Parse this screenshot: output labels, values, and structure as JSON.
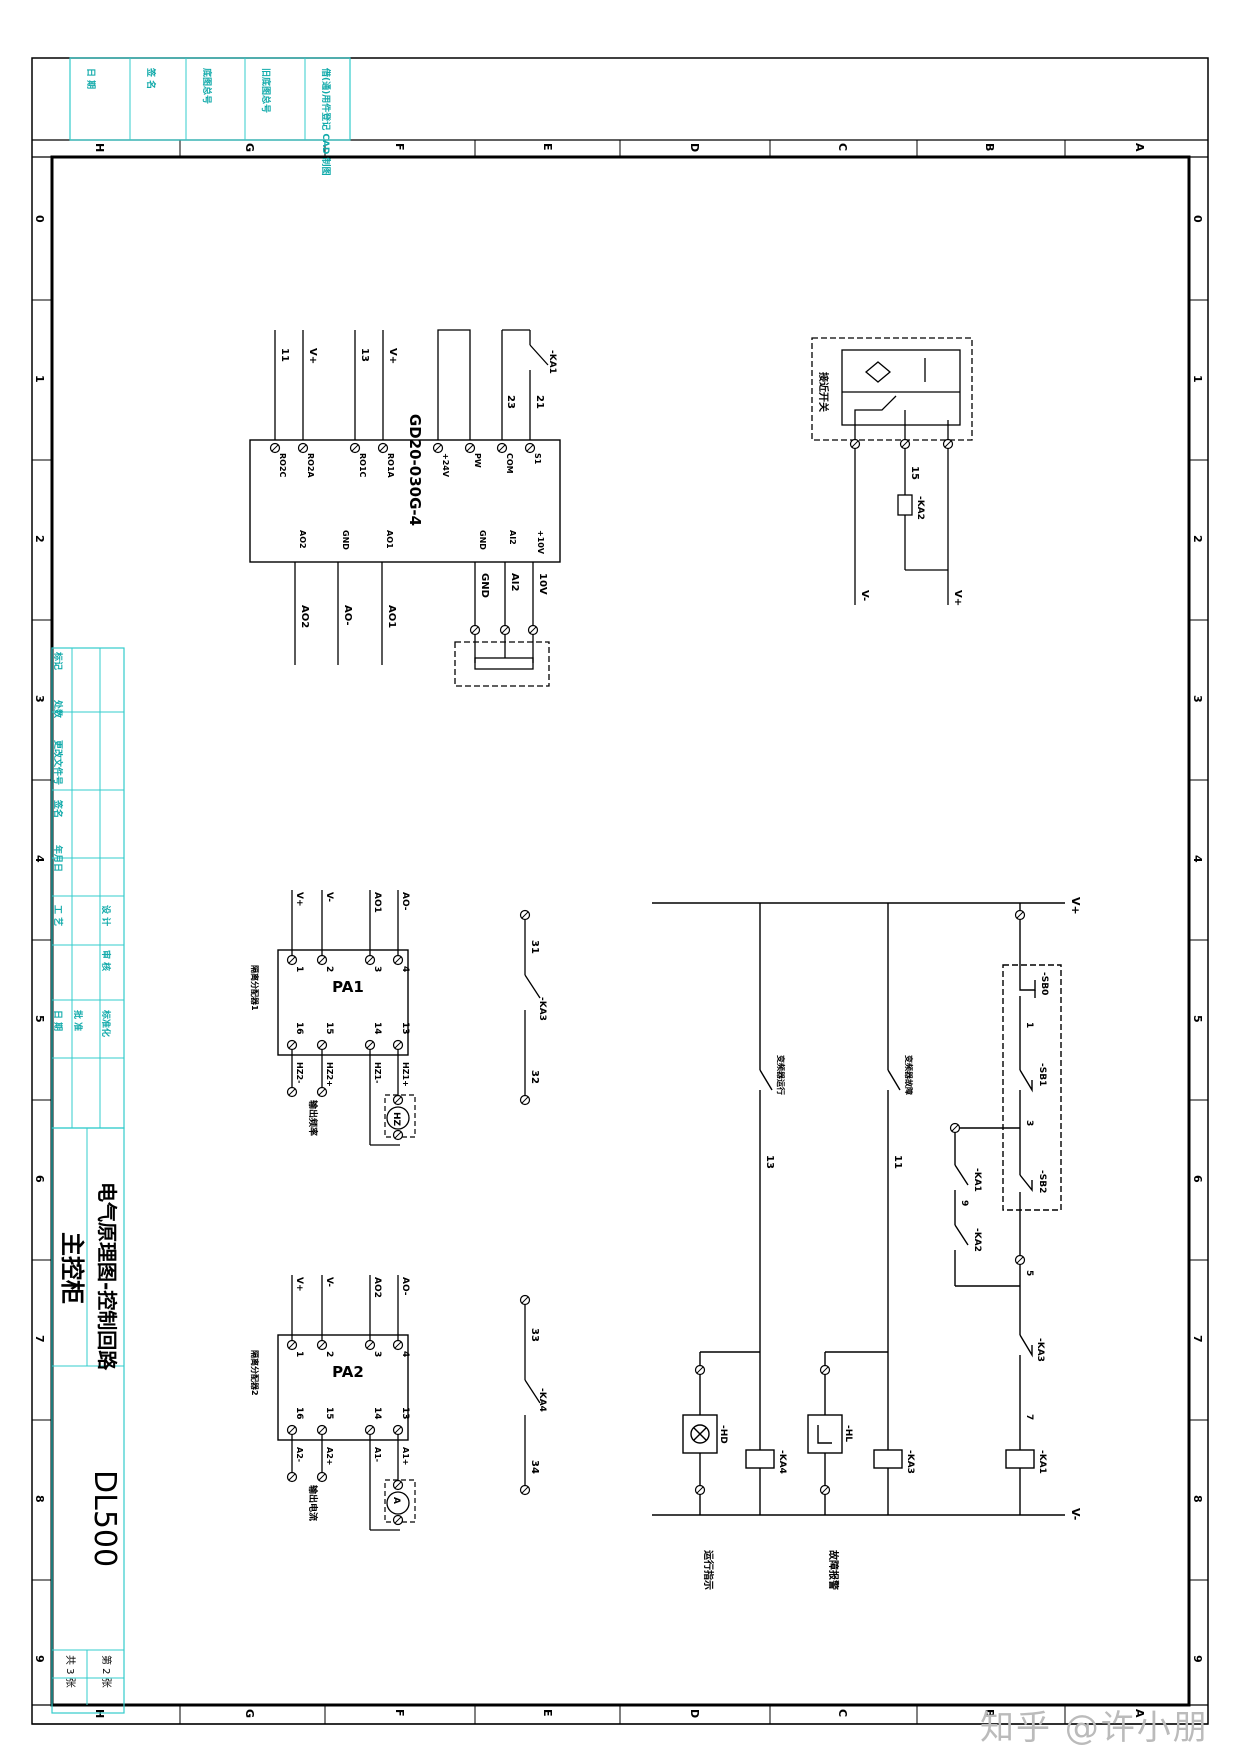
{
  "title_block": {
    "drawing_title": "电气原理图-控制回路",
    "cabinet": "主控柜",
    "drawing_no": "DL500",
    "sheet_total": "共 3 张",
    "sheet_current": "第 2 张"
  },
  "top_left_block": [
    "日 期",
    "签 名",
    "底图总号",
    "旧底图总号",
    "借(通)用件登记 CAD 制图"
  ],
  "revision_block": [
    "标记",
    "处数",
    "更改文件号",
    "签名",
    "年月日"
  ],
  "approval_block": [
    "设 计",
    "审 核",
    "工 艺",
    "标准化",
    "批 准",
    "日 期"
  ],
  "grid": {
    "columns": [
      "H",
      "G",
      "F",
      "E",
      "D",
      "C",
      "B",
      "A"
    ],
    "rows": [
      "0",
      "1",
      "2",
      "3",
      "4",
      "5",
      "6",
      "7",
      "8",
      "9"
    ]
  },
  "inverter": {
    "model": "GD20-030G-4",
    "top_terminals": [
      "RO2C",
      "RO2A",
      "RO1C",
      "RO1A",
      "+24V",
      "PW",
      "COM",
      "S1"
    ],
    "bottom_terminals": [
      "AO2",
      "GND",
      "AO1",
      "GND",
      "AI2",
      "+10V"
    ],
    "top_wires": [
      "11",
      "V+",
      "13",
      "V+",
      "23",
      "21"
    ],
    "top_contact": "-KA1",
    "bottom_wires": [
      "AO2",
      "AO-",
      "AO1"
    ],
    "pot_wires": [
      "GND",
      "AI2",
      "10V"
    ]
  },
  "prox_switch": {
    "label": "接近开关",
    "terminal": "15",
    "relay": "-KA2",
    "wires": [
      "V-",
      "V+"
    ]
  },
  "pa1": {
    "name": "PA1",
    "caption": "隔离分配器1",
    "terminals_top": [
      "1",
      "2",
      "3",
      "4"
    ],
    "terminals_bottom": [
      "16",
      "15",
      "14",
      "13"
    ],
    "wires_top": [
      "V+",
      "V-",
      "AO1",
      "AO-"
    ],
    "wires_bottom": [
      "HZ2-",
      "HZ2+",
      "HZ1-",
      "HZ1+"
    ],
    "meter": "HZ",
    "out_label": "输出频率"
  },
  "pa2": {
    "name": "PA2",
    "caption": "隔离分配器2",
    "terminals_top": [
      "1",
      "2",
      "3",
      "4"
    ],
    "terminals_bottom": [
      "16",
      "15",
      "14",
      "13"
    ],
    "wires_top": [
      "V+",
      "V-",
      "AO2",
      "AO-"
    ],
    "wires_bottom": [
      "A2-",
      "A2+",
      "A1-",
      "A1+"
    ],
    "meter": "A",
    "out_label": "输出电流"
  },
  "ka3_contact": {
    "t1": "31",
    "t2": "32",
    "label": "-KA3"
  },
  "ka4_contact": {
    "t1": "33",
    "t2": "34",
    "label": "-KA4"
  },
  "ladder": {
    "rail_top": "V+",
    "rail_bottom": "V-",
    "sb0": "-SB0",
    "sb1": "-SB1",
    "sb2": "-SB2",
    "n1": "1",
    "n3": "3",
    "n9": "9",
    "n5": "5",
    "n7": "7",
    "ka1_c": "-KA1",
    "ka2_c": "-KA2",
    "ka3_c": "-KA3",
    "ka1_coil": "-KA1",
    "ka3_coil": "-KA3",
    "ka4_coil": "-KA4",
    "run_contact": "变频器运行",
    "fault_contact": "变频器故障",
    "w11": "11",
    "w13": "13",
    "hl": "-HL",
    "hd": "-HD",
    "fault_alarm": "故障报警",
    "run_ind": "运行指示"
  },
  "watermark": "知乎 @许小朋"
}
